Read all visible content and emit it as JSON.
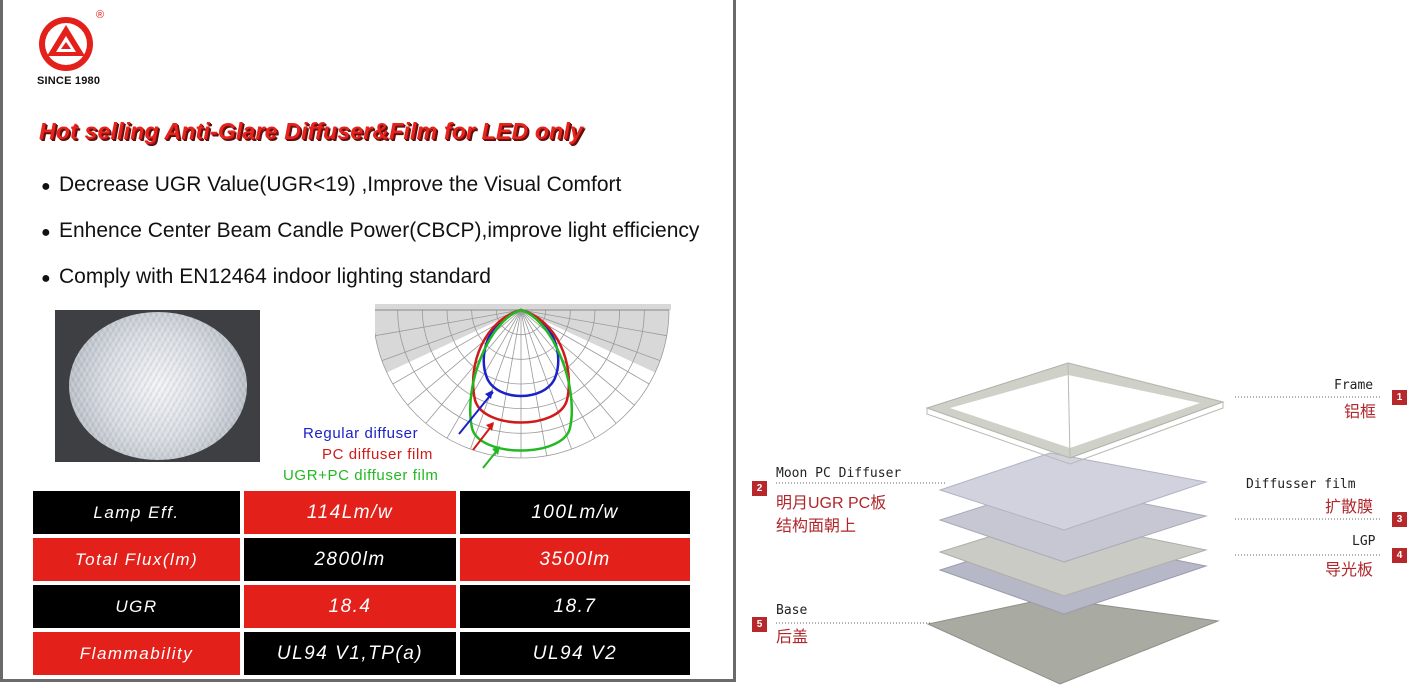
{
  "brand": {
    "since": "SINCE 1980",
    "registered_mark": "®",
    "logo_color": "#e4201b"
  },
  "headline": "Hot selling Anti-Glare Diffuser&Film for LED only",
  "bullets": [
    "Decrease UGR Value(UGR<19) ,Improve the Visual Comfort",
    "Enhence Center Beam Candle Power(CBCP),improve light efficiency",
    "Comply with EN12464 indoor lighting standard"
  ],
  "polar_chart": {
    "legend": [
      {
        "label": "Regular diffuser",
        "color": "#1a22c8"
      },
      {
        "label": "PC diffuser film",
        "color": "#d01a1a"
      },
      {
        "label": "UGR+PC diffuser film",
        "color": "#22b822"
      }
    ]
  },
  "table": {
    "rows": [
      [
        "Lamp Eff.",
        "114Lm/w",
        "100Lm/w"
      ],
      [
        "Total Flux(lm)",
        "2800lm",
        "3500lm"
      ],
      [
        "UGR",
        "18.4",
        "18.7"
      ],
      [
        "Flammability",
        "UL94 V1,TP(a)",
        "UL94 V2"
      ]
    ]
  },
  "layers": [
    {
      "num": "1",
      "en": "Frame",
      "cn": "铝框"
    },
    {
      "num": "2",
      "en": "Moon PC Diffuser",
      "cn1": "明月UGR PC板",
      "cn2": "结构面朝上"
    },
    {
      "num": "3",
      "en": "Diffusser film",
      "cn": "扩散膜"
    },
    {
      "num": "4",
      "en": "LGP",
      "cn": "导光板"
    },
    {
      "num": "5",
      "en": "Base",
      "cn": "后盖"
    }
  ]
}
